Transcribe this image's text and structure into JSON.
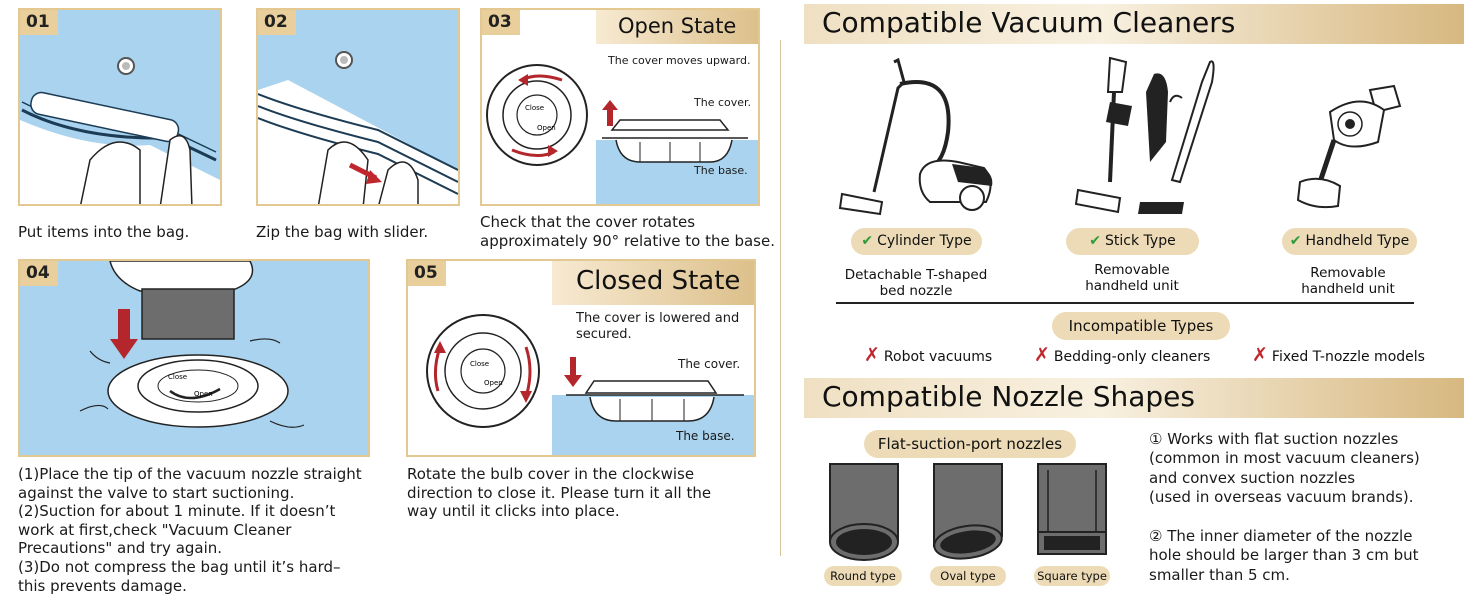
{
  "steps": [
    {
      "num": "01",
      "caption": "Put items into the bag."
    },
    {
      "num": "02",
      "caption": "Zip the bag with slider."
    },
    {
      "num": "03",
      "caption_line1": "Check that the cover rotates",
      "caption_line2": "approximately 90° relative to the base."
    },
    {
      "num": "04",
      "caption_lines": [
        "(1)Place the tip of the vacuum nozzle straight",
        "against the valve to start suctioning.",
        "(2)Suction for about 1 minute. If it doesn’t",
        "work at first,check \"Vacuum Cleaner",
        "Precautions\" and try again.",
        "(3)Do not compress the bag until it’s hard–",
        "this prevents damage."
      ]
    },
    {
      "num": "05",
      "caption_lines": [
        "Rotate the bulb cover in the clockwise",
        "direction to close it. Please turn it all the",
        "way until it clicks into place."
      ]
    }
  ],
  "open_state": {
    "title": "Open State",
    "note": "The cover moves upward.",
    "cover_label": "The cover.",
    "base_label": "The base."
  },
  "closed_state": {
    "title": "Closed State",
    "note_line1": "The cover is lowered and",
    "note_line2": "secured.",
    "cover_label": "The cover.",
    "base_label": "The base."
  },
  "valve_labels": {
    "close": "Close",
    "open": "Open"
  },
  "compatible": {
    "title": "Compatible Vacuum Cleaners",
    "types": [
      {
        "label": "Cylinder Type",
        "desc_line1": "Detachable T-shaped",
        "desc_line2": "bed nozzle"
      },
      {
        "label": "Stick Type",
        "desc_line1": "Removable",
        "desc_line2": "handheld unit"
      },
      {
        "label": "Handheld Type",
        "desc_line1": "Removable",
        "desc_line2": "handheld unit"
      }
    ],
    "check_icon": "✔"
  },
  "incompatible": {
    "title": "Incompatible Types",
    "x_icon": "✗",
    "items": [
      "Robot vacuums",
      "Bedding-only cleaners",
      "Fixed T-nozzle models"
    ]
  },
  "nozzle": {
    "title": "Compatible Nozzle Shapes",
    "subtitle": "Flat-suction-port nozzles",
    "shapes": [
      "Round type",
      "Oval type",
      "Square type"
    ],
    "note1_lines": [
      "① Works with flat suction nozzles",
      "(common in most vacuum cleaners)",
      "and convex suction nozzles",
      "(used in overseas vacuum brands)."
    ],
    "note2_lines": [
      "② The inner diameter of the nozzle",
      "hole should be larger than 3 cm but",
      "smaller than 5 cm."
    ]
  },
  "colors": {
    "accent_gold": "#e3c892",
    "panel_blue": "#a9d3ee",
    "arrow_red": "#b3262b",
    "check_green": "#2f9a3d"
  }
}
